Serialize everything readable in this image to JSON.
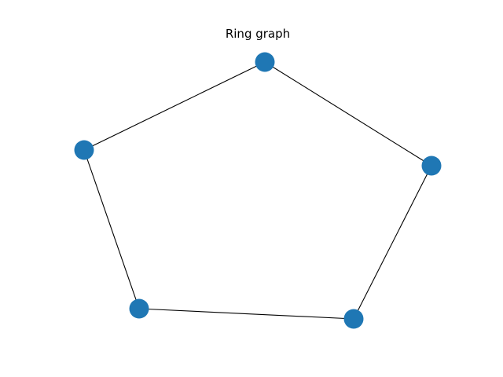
{
  "title": "Ring graph",
  "graph": {
    "type": "ring",
    "node_count": 5,
    "node_color": "#1f77b4",
    "edge_color": "#000000"
  }
}
